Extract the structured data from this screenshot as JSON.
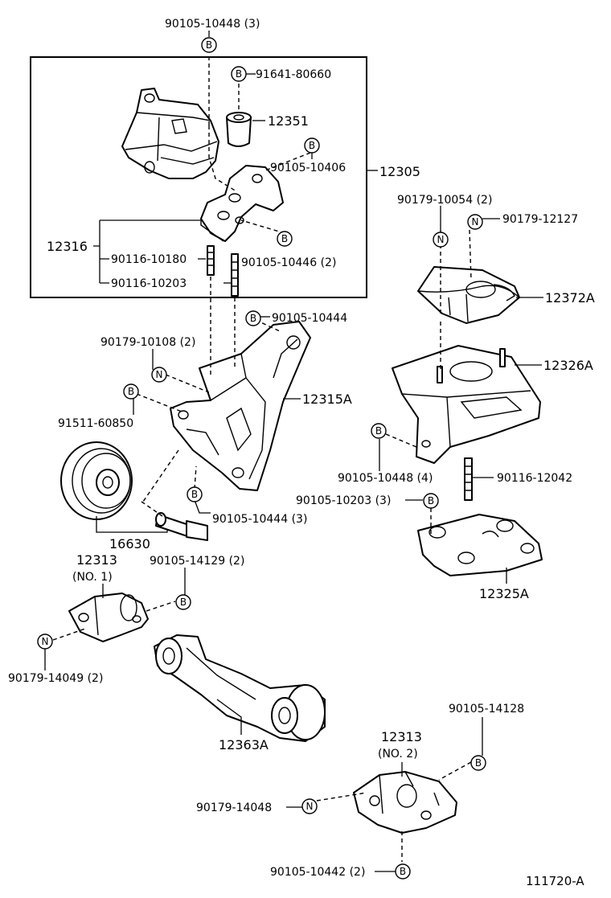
{
  "diagram": {
    "reference": "111720-A",
    "labels": {
      "l01": "90105-10448 (3)",
      "l02": "91641-80660",
      "l03": "12351",
      "l04": "90105-10406",
      "l05": "12305",
      "l06": "12316",
      "l07": "90116-10180",
      "l08": "90116-10203",
      "l09": "90105-10446 (2)",
      "l10": "90179-10054 (2)",
      "l11": "90179-12127",
      "l12": "12372A",
      "l13": "90105-10444",
      "l14": "90179-10108 (2)",
      "l15": "12326A",
      "l16": "12315A",
      "l17": "91511-60850",
      "l18": "90105-10448 (4)",
      "l19": "90116-12042",
      "l20": "90105-10203 (3)",
      "l21": "90105-10444 (3)",
      "l22": "16630",
      "l23": "12313",
      "l24": "(NO. 1)",
      "l25": "90105-14129 (2)",
      "l26": "12325A",
      "l27": "90179-14049 (2)",
      "l28": "90105-14128",
      "l29": "12363A",
      "l30": "12313",
      "l31": "(NO. 2)",
      "l32": "90179-14048",
      "l33": "90105-10442 (2)"
    },
    "badges": {
      "b": "B",
      "n": "N"
    }
  }
}
